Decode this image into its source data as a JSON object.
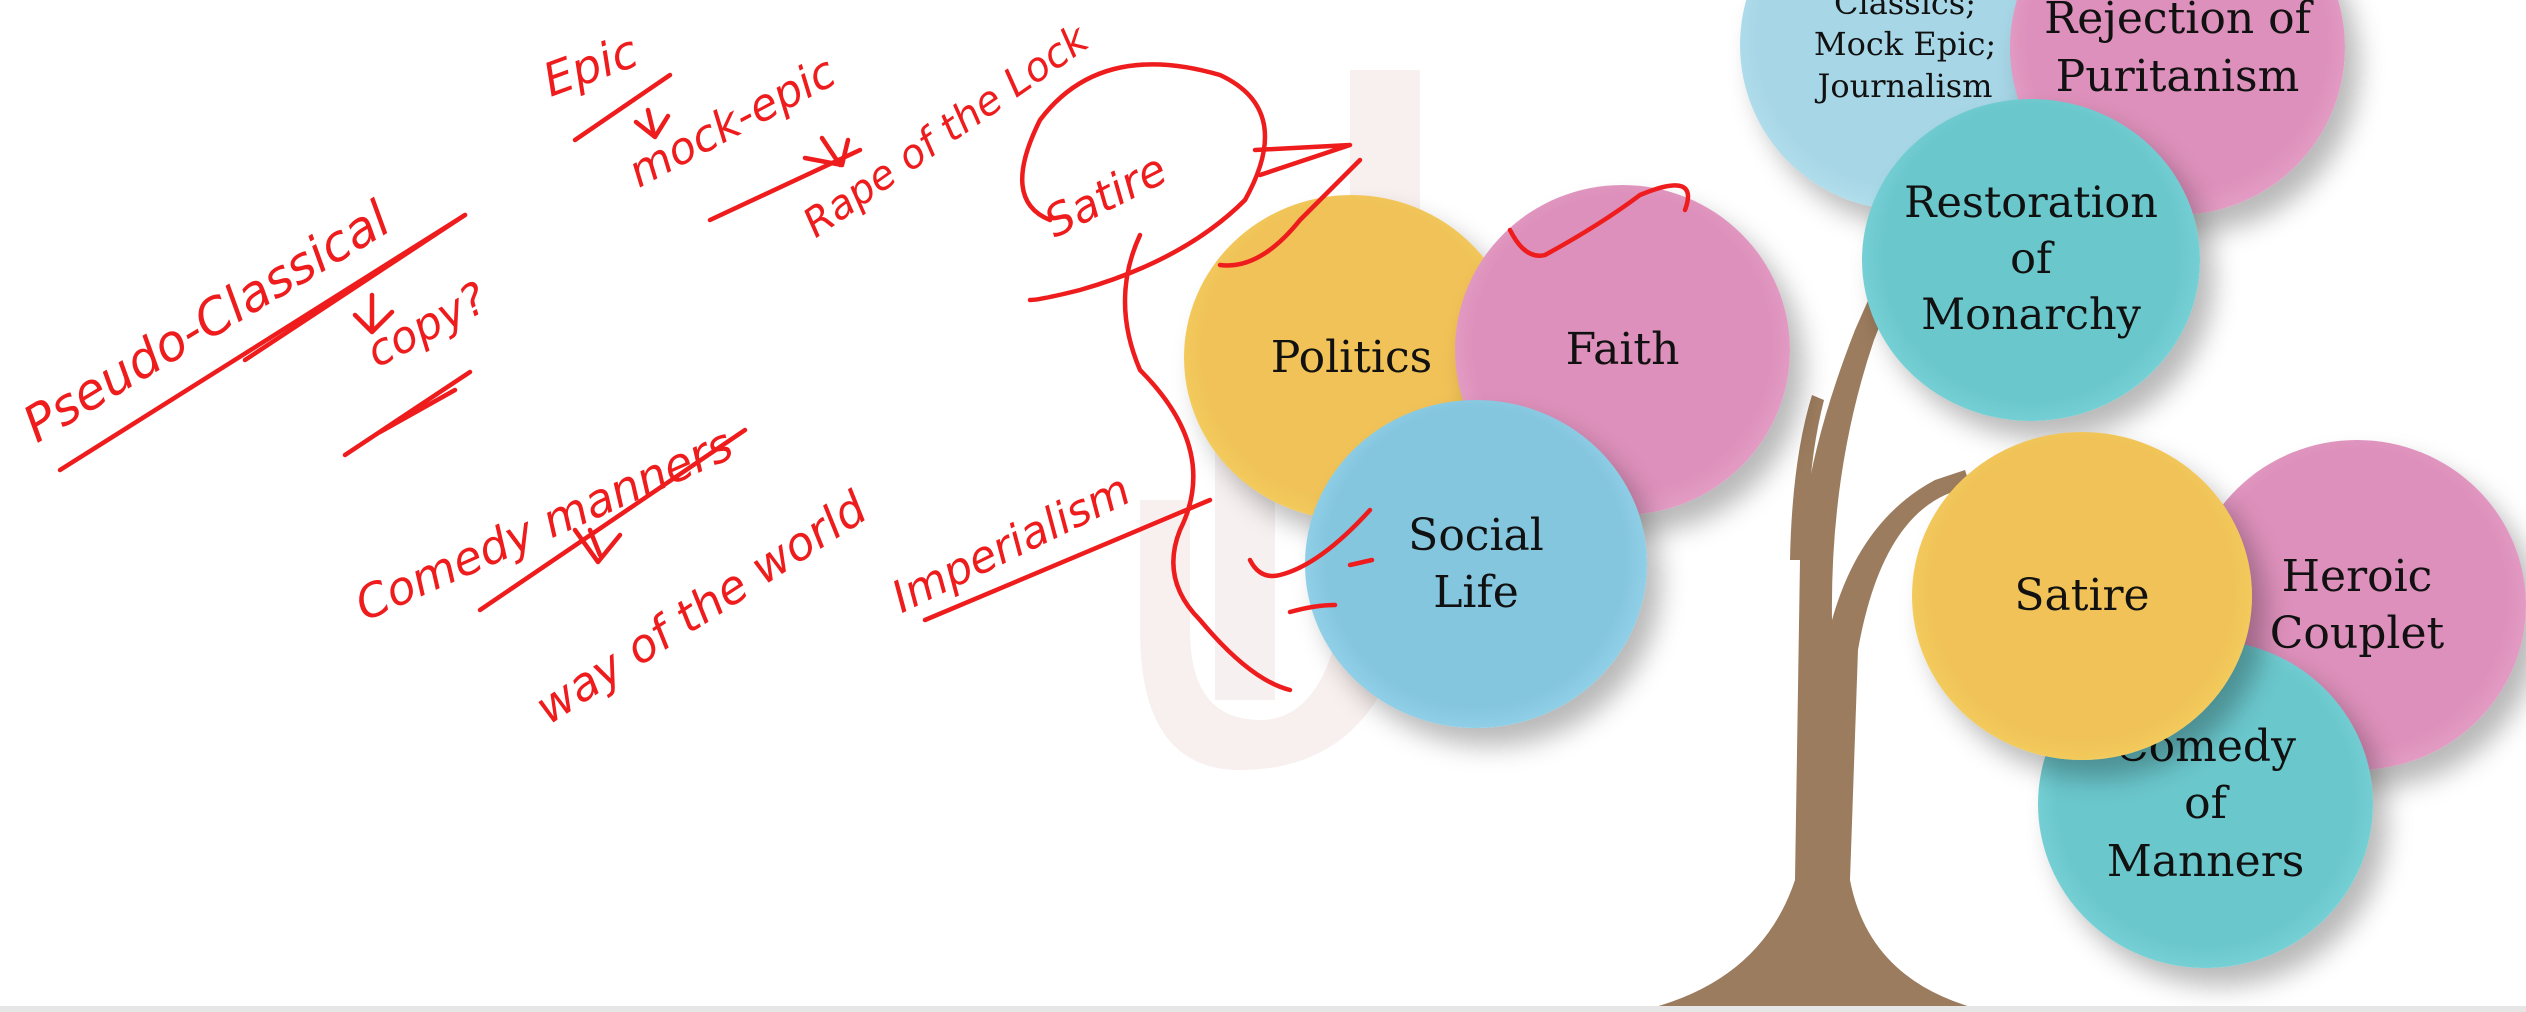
{
  "diagram": {
    "circles": {
      "classics": "Classics;\nMock Epic;\nJournalism",
      "rejection": "Rejection of\nPuritanism",
      "restoration": "Restoration\nof\nMonarchy",
      "politics": "Politics",
      "faith": "Faith",
      "social_life": "Social\nLife",
      "satire": "Satire",
      "heroic_couplet": "Heroic\nCouplet",
      "comedy_of_manners": "Comedy\nof\nManners"
    }
  },
  "annotations": {
    "epic": "Epic",
    "mock_epic": "mock-epic",
    "rape_of_the_lock": "Rape of the Lock",
    "satire": "Satire",
    "pseudo_classical": "Pseudo-Classical",
    "copy": "copy?",
    "comedy_manners": "Comedy manners",
    "way_of_the_world": "way of the world",
    "imperialism": "Imperialism"
  },
  "colors": {
    "ink": "#ee1c1c",
    "trunk": "#9c7c5e",
    "yellow": "#f0c257",
    "pink": "#dd90bb",
    "blue": "#85c6df",
    "teal": "#6ac7cc"
  }
}
